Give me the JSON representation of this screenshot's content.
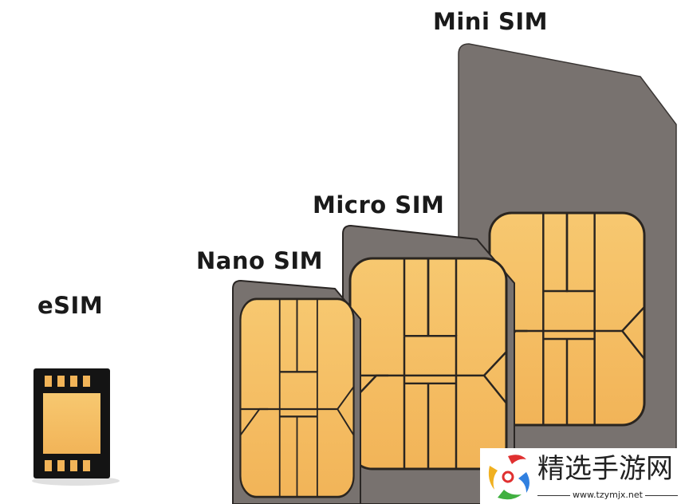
{
  "labels": {
    "mini": "Mini SIM",
    "micro": "Micro SIM",
    "nano": "Nano SIM",
    "esim": "eSIM"
  },
  "watermark": {
    "brand": "精选手游网",
    "url": "www.tzymjx.net"
  },
  "colors": {
    "card": "#78726f",
    "chip": "#f5c064",
    "chip_line": "#2a2520",
    "esim_body": "#141414"
  }
}
